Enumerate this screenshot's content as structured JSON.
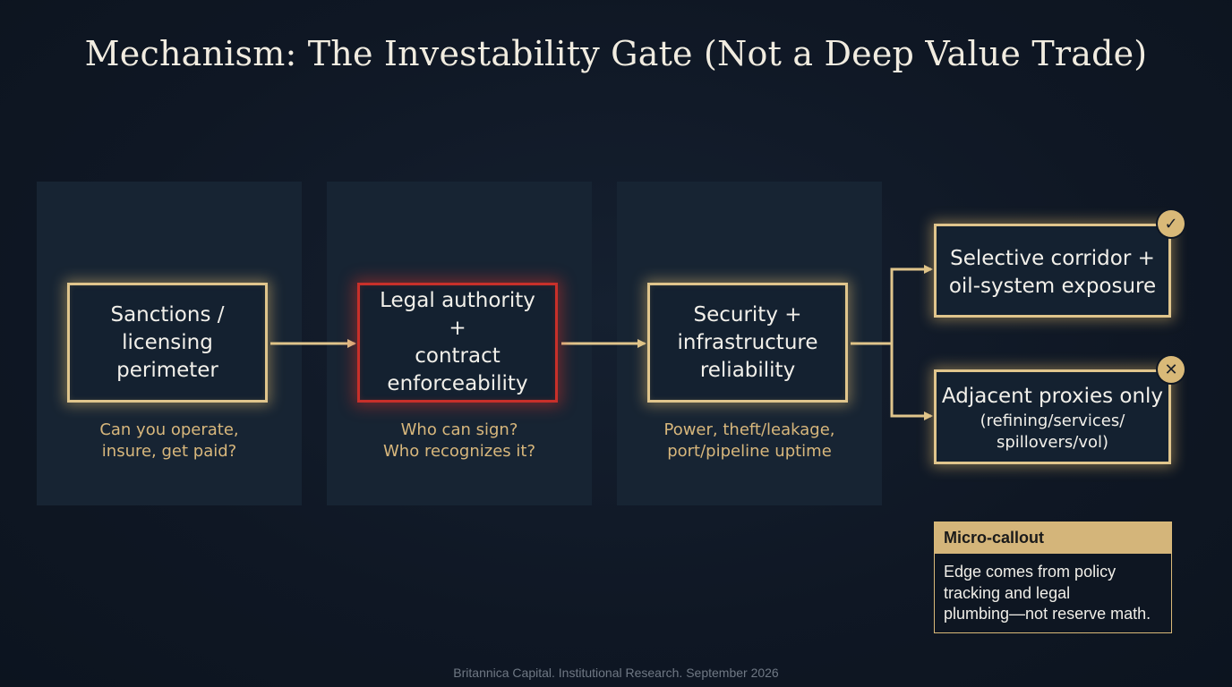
{
  "title": "Mechanism: The Investability Gate (Not a Deep Value Trade)",
  "gates": [
    {
      "lines": [
        "Sanctions /",
        "licensing",
        "perimeter"
      ],
      "sub": [
        "Can you operate,",
        "insure, get paid?"
      ],
      "border_color": "#e0c58c"
    },
    {
      "lines": [
        "Legal authority +",
        "contract",
        "enforceability"
      ],
      "sub": [
        "Who can sign?",
        "Who recognizes it?"
      ],
      "border_color": "#c8302a"
    },
    {
      "lines": [
        "Security +",
        "infrastructure",
        "reliability"
      ],
      "sub": [
        "Power, theft/leakage,",
        "port/pipeline uptime"
      ],
      "border_color": "#e0c58c"
    }
  ],
  "outcomes": {
    "positive": {
      "lines": [
        "Selective corridor +",
        "oil-system exposure"
      ],
      "badge_icon": "check-icon",
      "badge_glyph": "✓"
    },
    "negative": {
      "title": "Adjacent proxies only",
      "detail": [
        "(refining/services/",
        "spillovers/vol)"
      ],
      "badge_icon": "x-icon",
      "badge_glyph": "✕"
    }
  },
  "callout": {
    "header": "Micro-callout",
    "body": [
      "Edge comes from policy",
      "tracking and legal",
      "plumbing—not reserve math."
    ]
  },
  "footer": "Britannica Capital. Institutional Research. September 2026",
  "colors": {
    "background": "#0f1724",
    "panel": "#172433",
    "gold": "#e0c58c",
    "red": "#c8302a",
    "subtext": "#d8b77c"
  }
}
